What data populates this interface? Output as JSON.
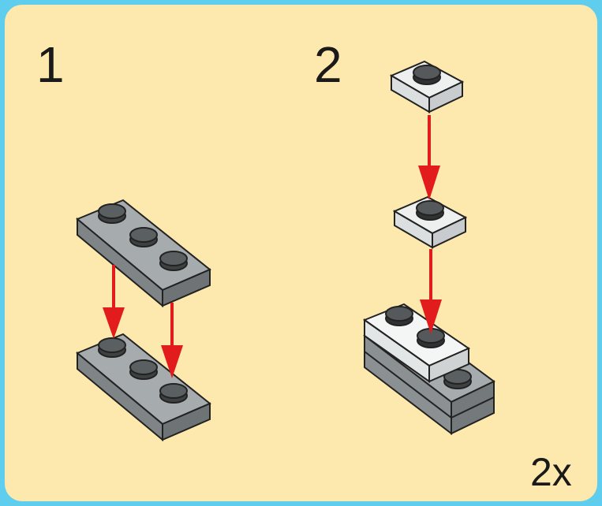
{
  "steps": [
    {
      "number": "1"
    },
    {
      "number": "2"
    }
  ],
  "multiplier": "2x",
  "colors": {
    "background_border": "#5fcdee",
    "panel": "#fde8ad",
    "arrow": "#e21c1c",
    "dark_gray_brick": "#8e9396",
    "white_brick": "#f2f4f4"
  }
}
